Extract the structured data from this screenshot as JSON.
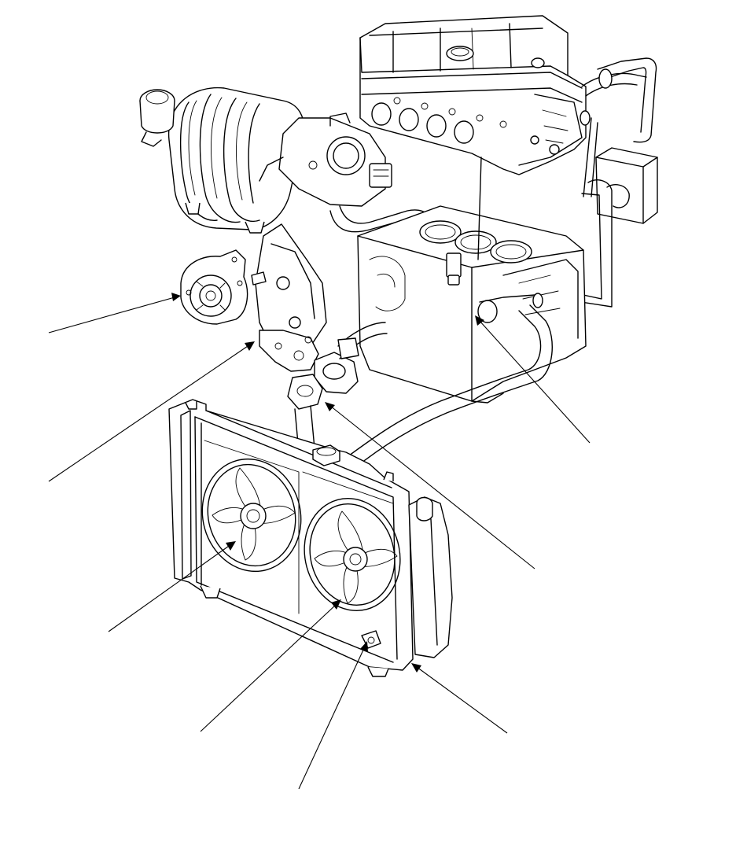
{
  "diagram": {
    "kind": "exploded engine cooling system illustration",
    "line_color": "#000000",
    "background_color": "#ffffff",
    "callouts": [
      {
        "id": "water-pump",
        "icon": "arrow"
      },
      {
        "id": "thermostat-housing",
        "icon": "arrow"
      },
      {
        "id": "fan-left",
        "icon": "arrow"
      },
      {
        "id": "fan-right",
        "icon": "arrow"
      },
      {
        "id": "drain-plug",
        "icon": "arrow"
      },
      {
        "id": "radiator-core",
        "icon": "arrow"
      },
      {
        "id": "upper-hose-outlet",
        "icon": "arrow"
      },
      {
        "id": "heater-hose-junction",
        "icon": "arrow"
      }
    ]
  }
}
